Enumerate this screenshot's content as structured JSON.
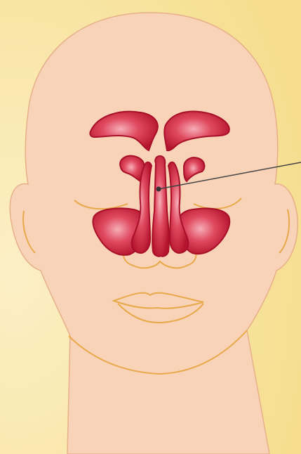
{
  "diagram": {
    "subject": "sinus-anatomy-front-view",
    "colors": {
      "background_light": "#FCEFC6",
      "background_dark": "#F6DE8E",
      "skin": "#F9D3B8",
      "skin_outline": "#E6B08A",
      "skin_line": "#E8A94A",
      "sinus_fill": "#D3273F",
      "sinus_dark": "#A80F28",
      "sinus_light": "#F6AEB8",
      "pointer_line": "#444444"
    },
    "parts": [
      "frontal-sinus-left",
      "frontal-sinus-right",
      "ethmoid-sinus-left",
      "ethmoid-sinus-right",
      "maxillary-sinus-left",
      "maxillary-sinus-right",
      "nasal-septum"
    ],
    "pointer_target": "nasal-septum",
    "labels": []
  }
}
